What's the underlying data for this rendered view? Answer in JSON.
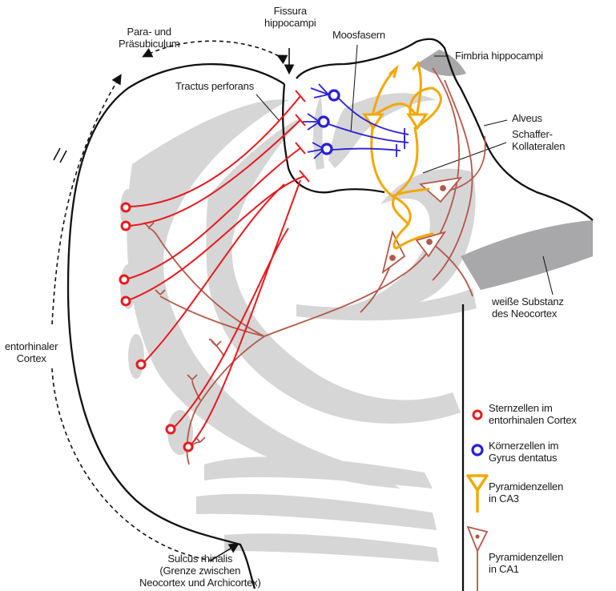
{
  "labels": {
    "para_subiculum": "Para- und\nPräsubiculum",
    "fissura": "Fissura\nhippocampi",
    "moosfasern": "Moosfasern",
    "fimbria": "Fimbria hippocampi",
    "tractus": "Tractus perforans",
    "alveus": "Alveus",
    "schaffer": "Schaffer-\nKollateralen",
    "weisse": "weiße Substanz\ndes Neocortex",
    "entorhinal": "entorhinaler\nCortex",
    "sulcus": "Sulcus rhinalis\n(Grenze zwischen\nNeocortex und Archicortex)"
  },
  "legend": [
    {
      "text": "Sternzellen im\nentorhinalen Cortex",
      "symbol": "red-circle"
    },
    {
      "text": "Körnerzellen im\nGyrus dentatus",
      "symbol": "blue-circle"
    },
    {
      "text": "Pyramidenzellen\nin CA3",
      "symbol": "orange-pyramid"
    },
    {
      "text": "Pyramidenzellen\nin CA1",
      "symbol": "brown-pyramid"
    }
  ],
  "colors": {
    "stellate": "#e8191e",
    "granule": "#2a1fd6",
    "ca3": "#f2a800",
    "ca1": "#b5574a",
    "gray_layer": "#d5d5d5",
    "dark_gray": "#a9a9ab",
    "outline": "#111111"
  }
}
